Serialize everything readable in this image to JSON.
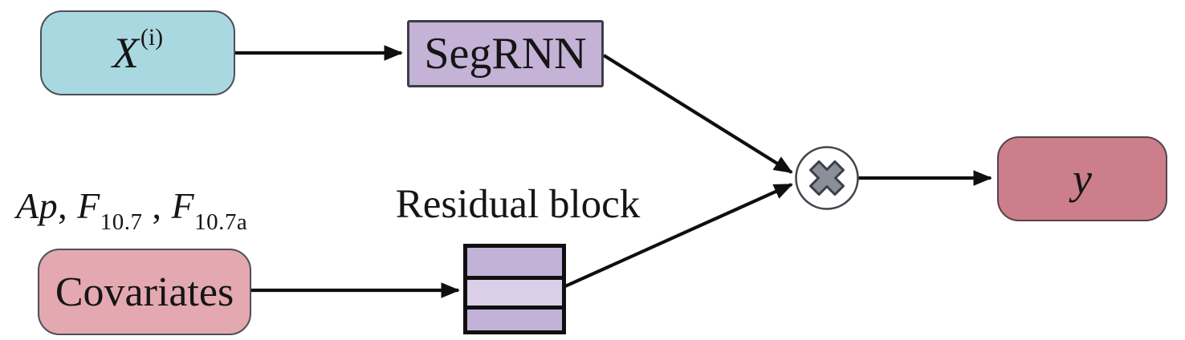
{
  "nodes": {
    "input": {
      "base": "X",
      "superscript": "(i)"
    },
    "segrnn": {
      "label": "SegRNN"
    },
    "covariates": {
      "label": "Covariates"
    },
    "residual": {
      "label": "Residual block"
    },
    "output": {
      "label": "y"
    },
    "multiply": {
      "symbol": "×"
    }
  },
  "formula": {
    "ap": "Ap",
    "comma1": ", ",
    "f1": "F",
    "f1_sub": "10.7",
    "comma2": " , ",
    "f2": "F",
    "f2_sub": "10.7a"
  },
  "colors": {
    "input_fill": "#a9d8e0",
    "segrnn_fill": "#c4b2d7",
    "covariates_fill": "#e4a8b1",
    "output_fill": "#cc7e8b",
    "residual_fill_dark": "#c2b2d8",
    "residual_fill_light": "#dacfe7",
    "arrow": "#0f0f0f",
    "multiply_circle_fill": "#ffffff",
    "multiply_circle_stroke": "#43464e",
    "multiply_cross_fill": "#8a8f99",
    "multiply_cross_stroke": "#3c4148"
  }
}
